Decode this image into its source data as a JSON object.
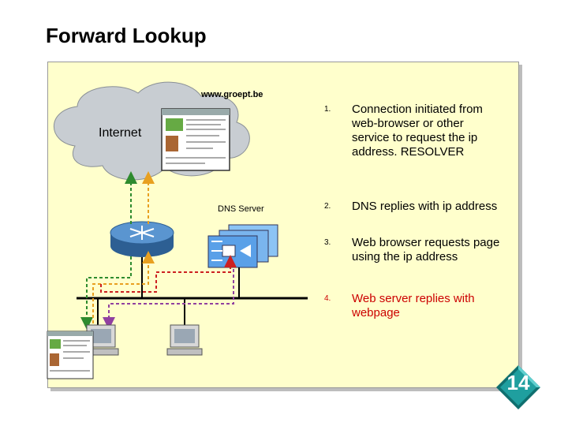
{
  "title": "Forward Lookup",
  "labels": {
    "url": "www.groept.be",
    "internet": "Internet",
    "dns_server": "DNS Server"
  },
  "steps": [
    {
      "num": "1.",
      "text": "Connection initiated from web-browser or other service to request the ip address. RESOLVER"
    },
    {
      "num": "2.",
      "text": "DNS replies with ip address"
    },
    {
      "num": "3.",
      "text": "Web browser requests page using the ip address"
    },
    {
      "num": "4.",
      "text": "Web server replies with webpage"
    }
  ],
  "colors": {
    "panel": "#ffffcc",
    "cloud": "#c8cdd2",
    "router": "#3f7fbf",
    "server": "#5aa0e8",
    "step4": "#cc0000",
    "arrow_green": "#2e8b2e",
    "arrow_orange": "#e8a020",
    "arrow_purple": "#9040a0",
    "arrow_red": "#cc2020",
    "badge": "#1f8f8f"
  },
  "slide_number": "14",
  "icons": [
    "cloud-icon",
    "browser-window-icon",
    "router-icon",
    "dns-server-icon",
    "workstation-icon"
  ]
}
